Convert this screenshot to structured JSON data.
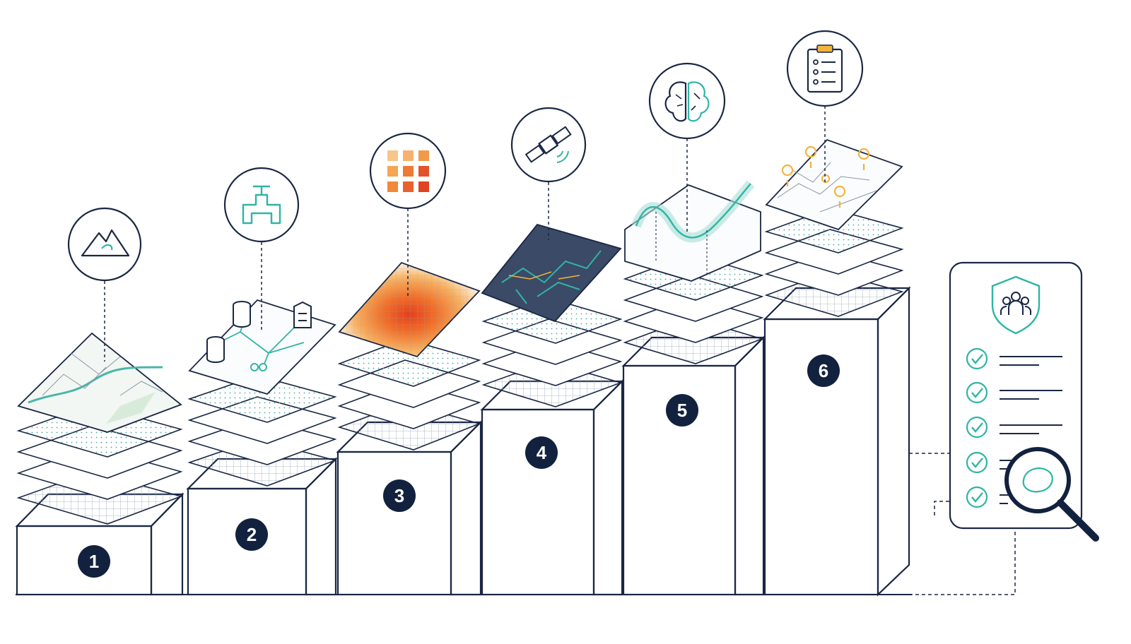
{
  "diagram": {
    "steps": [
      {
        "number": "1",
        "icon": "mountain-icon",
        "layer": "terrain-map-layer"
      },
      {
        "number": "2",
        "icon": "valve-pipe-icon",
        "layer": "network-nodes-layer"
      },
      {
        "number": "3",
        "icon": "grid-heatmap-icon",
        "layer": "heatmap-layer"
      },
      {
        "number": "4",
        "icon": "satellite-icon",
        "layer": "satellite-imagery-layer"
      },
      {
        "number": "5",
        "icon": "brain-ai-icon",
        "layer": "trend-line-layer"
      },
      {
        "number": "6",
        "icon": "clipboard-checklist-icon",
        "layer": "pin-map-layer"
      }
    ],
    "report_panel": {
      "header_icon": "shield-people-icon",
      "check_items": 5,
      "overlay_icon": "magnifier-icon"
    },
    "colors": {
      "navy": "#1a2744",
      "teal": "#2fb5a5",
      "orange": "#f08a2a",
      "red": "#e4522a",
      "amber": "#f3b33d",
      "satellite_dark": "#3b4a66"
    }
  }
}
